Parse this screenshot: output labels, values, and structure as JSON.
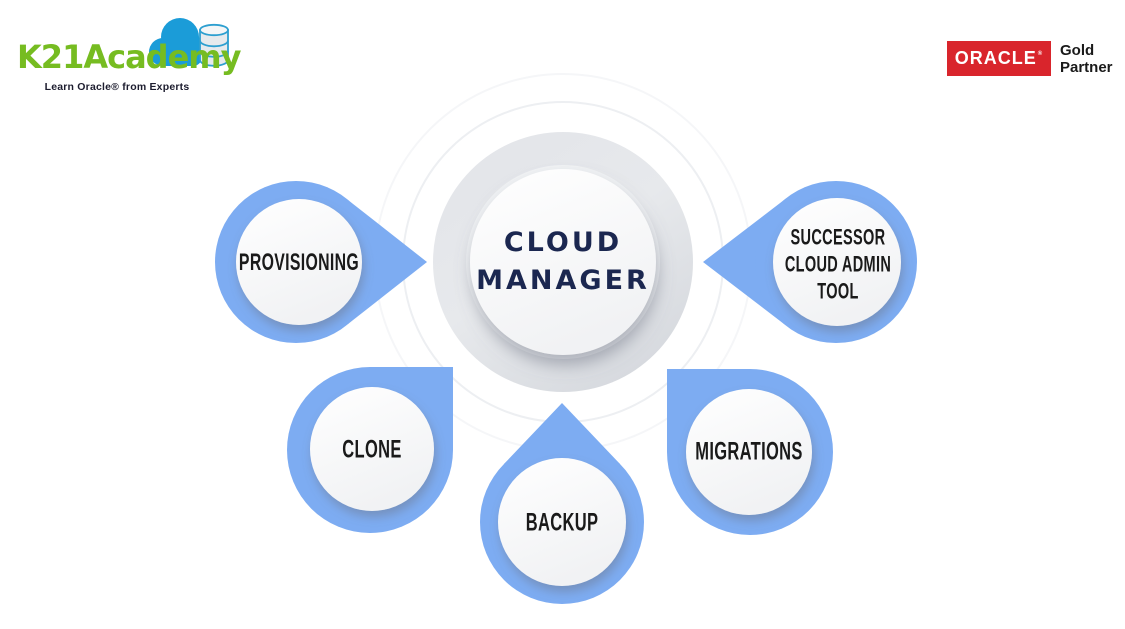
{
  "brand": {
    "k21": {
      "wordmark": "K21Academy",
      "tagline": "Learn Oracle® from Experts"
    },
    "oracle": {
      "name": "ORACLE",
      "reg": "®",
      "tier_line1": "Gold",
      "tier_line2": "Partner"
    }
  },
  "diagram": {
    "hub": {
      "label": "CLOUD\nMANAGER"
    },
    "bubbles": [
      {
        "id": "provisioning",
        "label": "PROVISIONING"
      },
      {
        "id": "successor-cloud-admin-tool",
        "label": "SUCCESSOR\nCLOUD ADMIN\nTOOL"
      },
      {
        "id": "clone",
        "label": "CLONE"
      },
      {
        "id": "backup",
        "label": "BACKUP"
      },
      {
        "id": "migrations",
        "label": "MIGRATIONS"
      }
    ],
    "colors": {
      "bubble_blue": "#7dacf2",
      "hub_text_navy": "#1b2750",
      "label_black": "#1a1a1a",
      "ring_gray": "#dfe2e7",
      "k21_green": "#76bc21",
      "cloud_blue": "#1b9cd8",
      "oracle_red": "#d9252c"
    }
  }
}
